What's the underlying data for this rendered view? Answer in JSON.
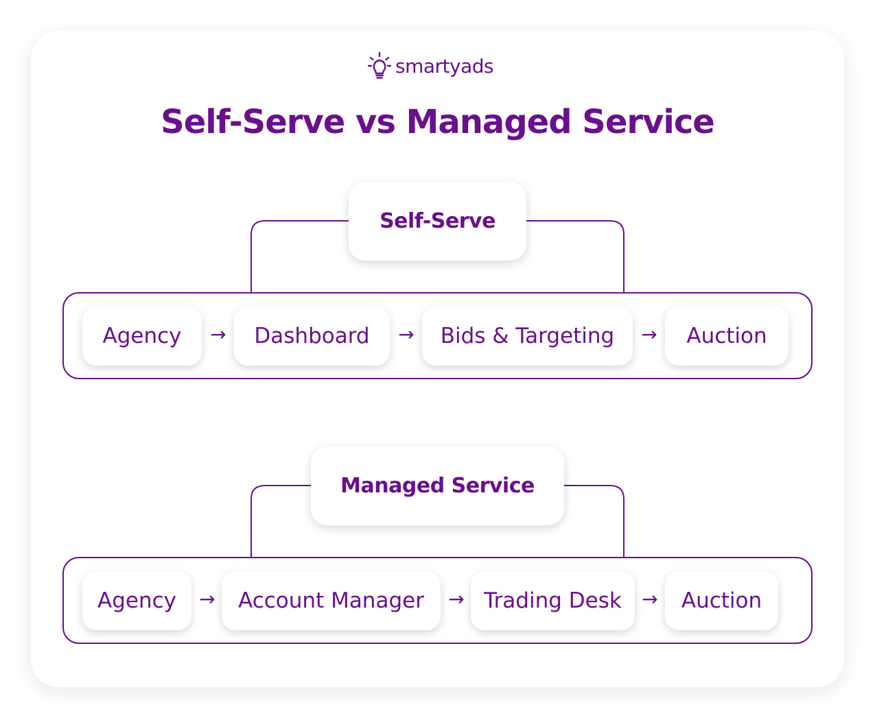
{
  "brand": {
    "name": "smartyads",
    "icon": "lightbulb-icon",
    "color": "#6a0f8e"
  },
  "title": "Self-Serve vs Managed Service",
  "flows": [
    {
      "heading": "Self-Serve",
      "steps": [
        "Agency",
        "Dashboard",
        "Bids & Targeting",
        "Auction"
      ],
      "arrows": [
        "→",
        "→",
        "→"
      ]
    },
    {
      "heading": "Managed Service",
      "steps": [
        "Agency",
        "Account Manager",
        "Trading Desk",
        "Auction"
      ],
      "arrows": [
        "→",
        "→",
        "→"
      ]
    }
  ]
}
